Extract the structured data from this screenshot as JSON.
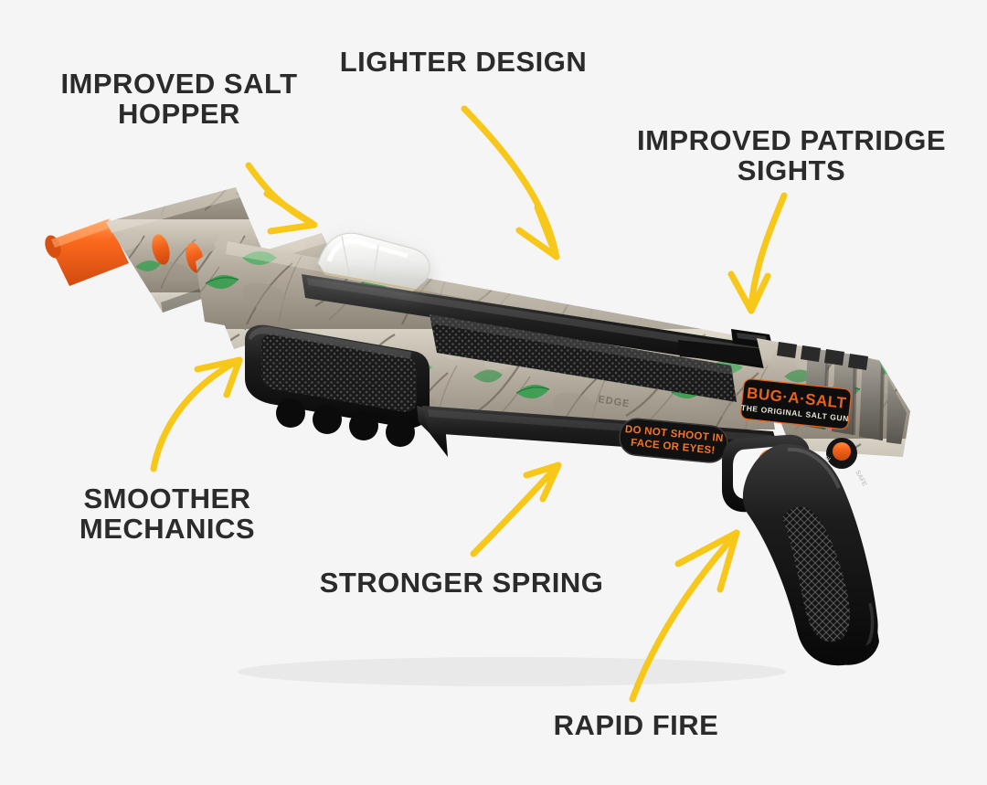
{
  "page": {
    "background_color": "#F5F5F5",
    "label_color": "#2B2B2B",
    "arrow_color": "#F7C71A"
  },
  "callouts": [
    {
      "id": "improved-salt-hopper",
      "text": "IMPROVED SALT\nHOPPER"
    },
    {
      "id": "lighter-design",
      "text": "LIGHTER DESIGN"
    },
    {
      "id": "improved-patridge-sights",
      "text": "IMPROVED PATRIDGE\nSIGHTS"
    },
    {
      "id": "smoother-mechanics",
      "text": "SMOOTHER\nMECHANICS"
    },
    {
      "id": "stronger-spring",
      "text": "STRONGER SPRING"
    },
    {
      "id": "rapid-fire",
      "text": "RAPID FIRE"
    }
  ],
  "product": {
    "name": "BUG-A-SALT salt gun",
    "badge": {
      "brand": "BUG·A·SALT",
      "tagline": "THE ORIGINAL SALT GUN",
      "brand_color": "#E8621A",
      "background_color": "#0D0D0D"
    },
    "warning_label": {
      "line1": "DO NOT SHOOT IN",
      "line2": "FACE OR EYES!",
      "text_color": "#F2762A",
      "background_color": "#111111"
    },
    "camo_text": "EDGE",
    "colors": {
      "muzzle_orange": "#F2621B",
      "body_black": "#1A1A1A",
      "camo_base": "#B9B2A6",
      "camo_leaf_green": "#2E9E4A",
      "hopper_translucent": "#EDEDEB",
      "trigger_orange": "#F26419",
      "safety_orange": "#F08A1C"
    }
  }
}
